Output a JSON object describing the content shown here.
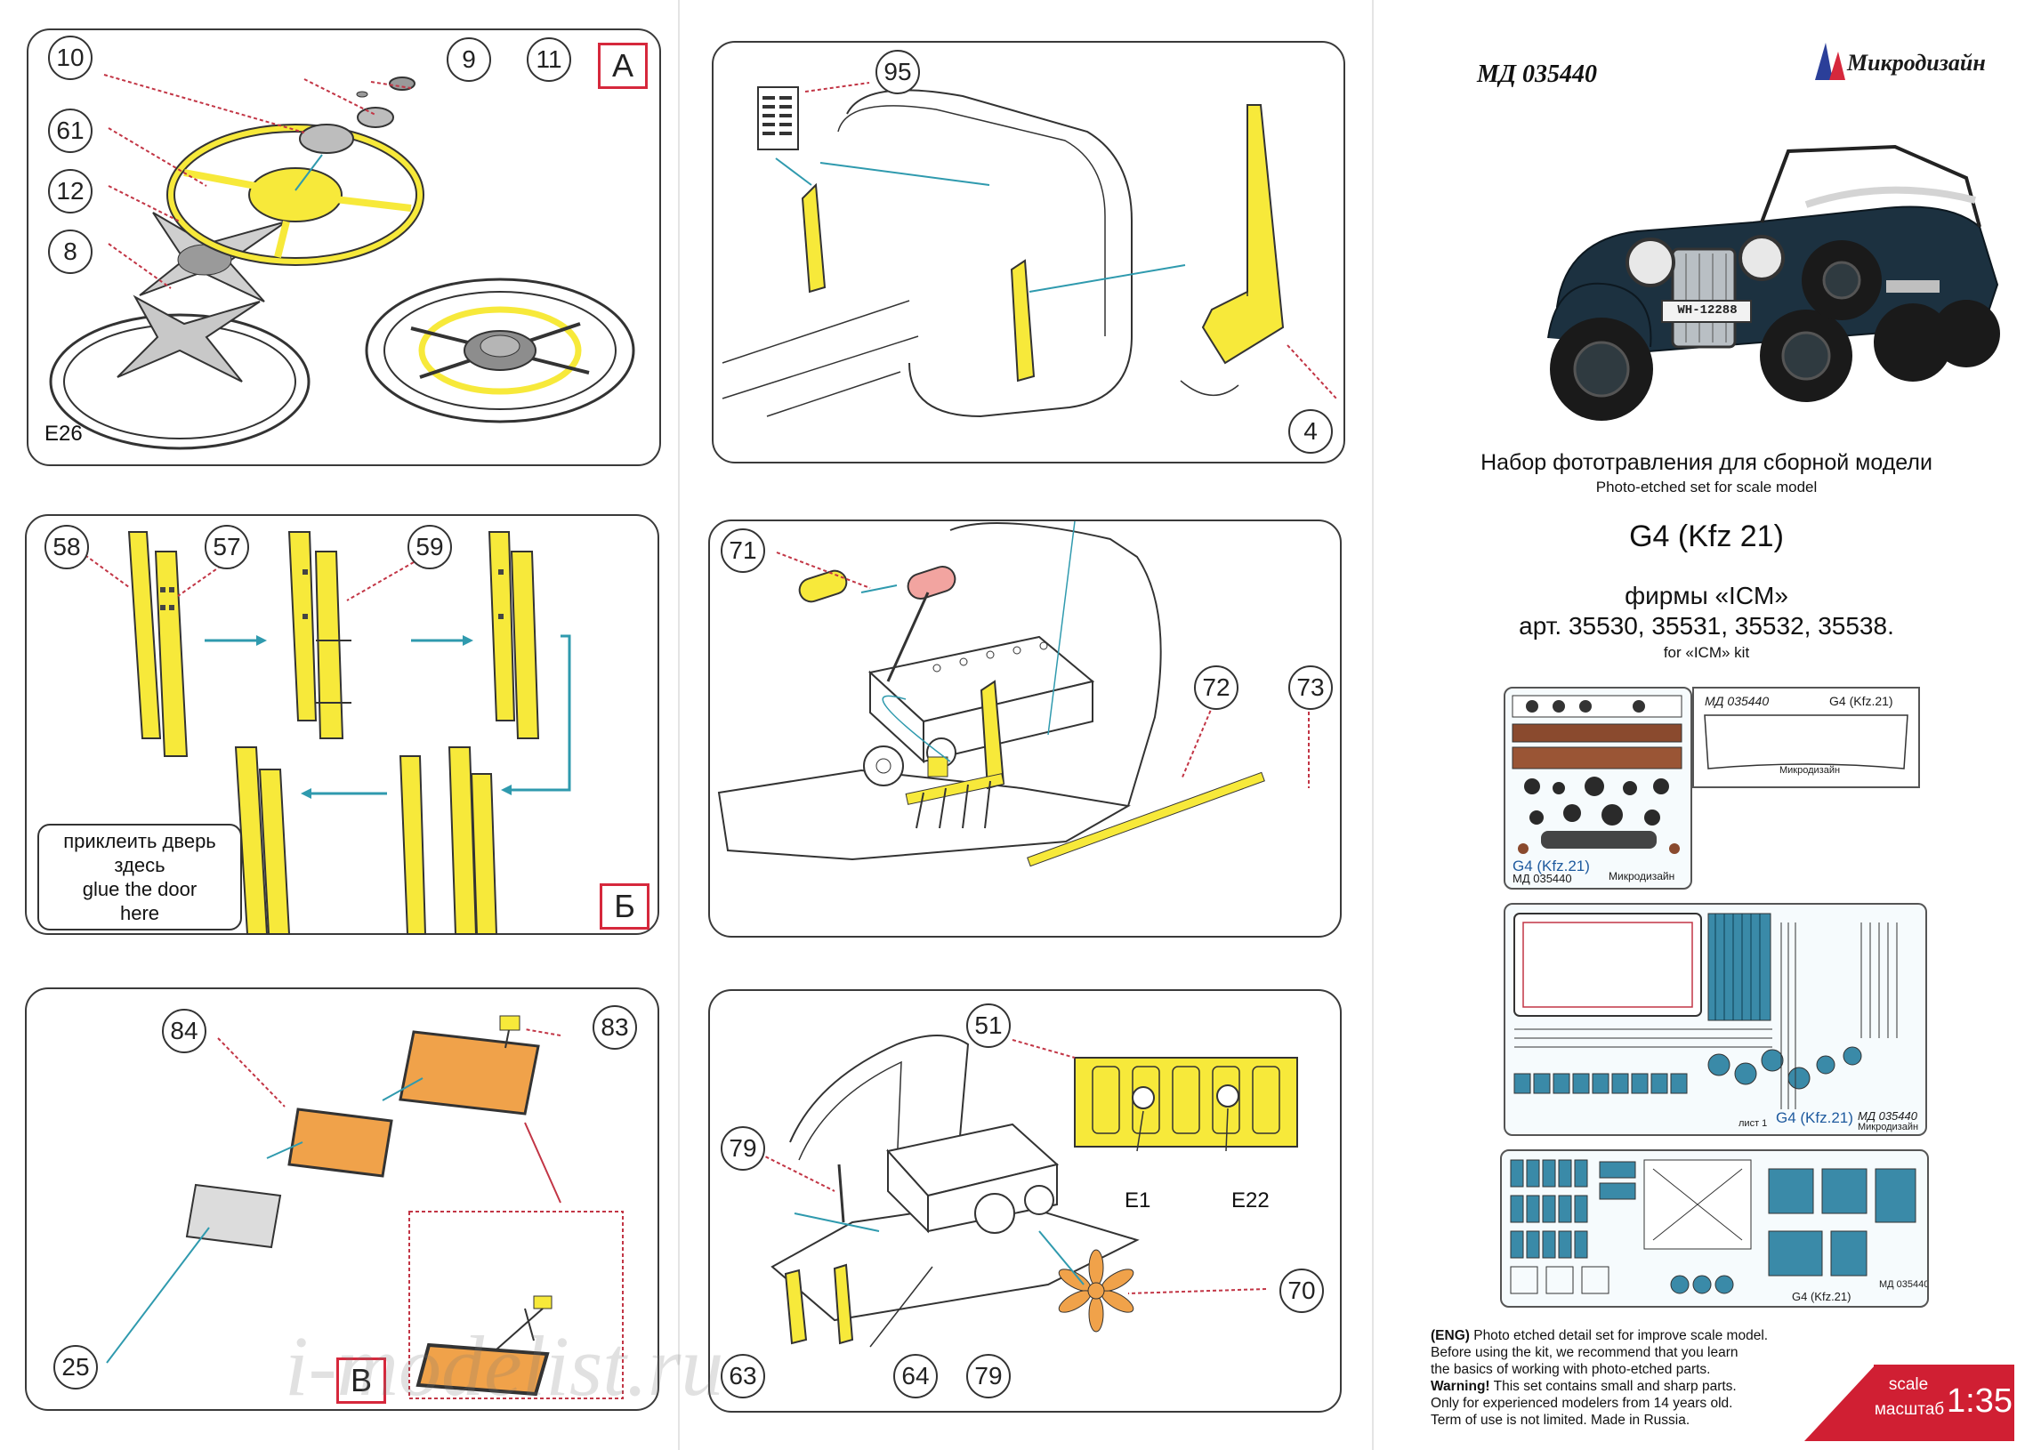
{
  "panel_a": {
    "callouts": [
      "10",
      "9",
      "11",
      "61",
      "12",
      "8"
    ],
    "step": "А",
    "corner_label": "E26"
  },
  "panel_b": {
    "callouts": [
      "58",
      "57",
      "59"
    ],
    "step": "Б",
    "note": [
      "приклеить дверь",
      "здесь",
      "glue the door",
      "here"
    ]
  },
  "panel_c": {
    "callouts": [
      "84",
      "83",
      "25"
    ],
    "step": "В"
  },
  "panel_d": {
    "callouts": [
      "95",
      "4"
    ]
  },
  "panel_e": {
    "callouts": [
      "71",
      "72",
      "73"
    ]
  },
  "panel_f": {
    "callouts": [
      "51",
      "79",
      "70",
      "63",
      "64",
      "79"
    ],
    "labels": [
      "E1",
      "E22"
    ]
  },
  "header": {
    "code": "МД 035440",
    "brand": "Микродизайн",
    "plate": "WH-12288",
    "title_ru": "Набор фототравления для сборной модели",
    "title_en": "Photo-etched set for scale model",
    "model": "G4 (Kfz 21)",
    "firm": "фирмы «ICM»",
    "articles": "арт. 35530, 35531, 35532, 35538.",
    "kit_note": "for «ICM» kit"
  },
  "sheets": {
    "s1_label_model": "G4 (Kfz.21)",
    "s1_label_code": "МД 035440",
    "s1_brand": "Микродизайн",
    "s2_code": "МД 035440",
    "s2_model": "G4 (Kfz.21)",
    "s2_brand": "Микродизайн",
    "s3_model": "G4 (Kfz.21)",
    "s3_code": "МД 035440",
    "s3_brand": "Микродизайн",
    "s3_sheet": "лист 1",
    "s4_model": "G4 (Kfz.21)",
    "s4_code": "МД 035440"
  },
  "info": {
    "lead": "(ENG)",
    "line1": " Photo etched detail set for improve scale model.",
    "line2": "Before using the kit, we recommend that you learn",
    "line3": "the basics of working with photo-etched parts.",
    "warn": "Warning!",
    "line4": " This set contains small and sharp parts.",
    "line5": "Only for experienced modelers from 14 years old.",
    "line6": "Term of use is not limited. Made in Russia."
  },
  "scale": {
    "en": "scale",
    "ru": "масштаб",
    "value": "1:35"
  },
  "watermark": "i-modelist.ru",
  "colors": {
    "part_yellow": "#f7e93a",
    "step_red": "#d6283c",
    "arrow_teal": "#2f9aae",
    "leader_red": "#c23545",
    "brass_orange": "#f0a24a"
  }
}
